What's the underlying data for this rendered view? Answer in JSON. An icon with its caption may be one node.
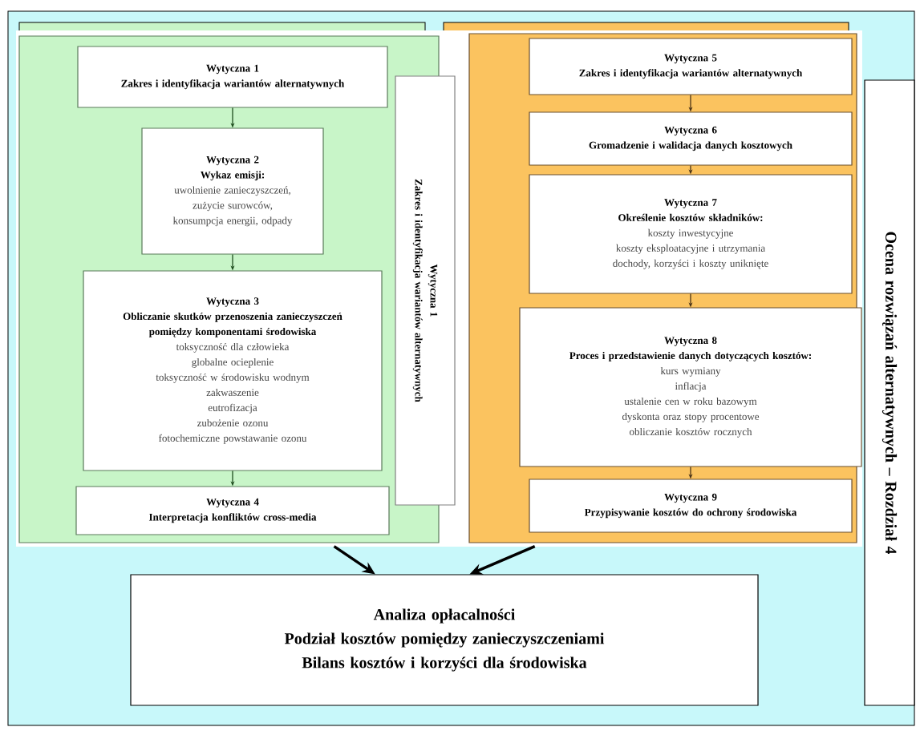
{
  "diagram": {
    "nodes": [
      {
        "text": [],
        "shape": "box"
      },
      {
        "text": [
          "Wytyczna 1",
          "Zakres i identyfikacja wariantów alternatywnych"
        ],
        "in": 0
      },
      {
        "text": [
          "Wytyczna 2",
          "Wykaz emisji:",
          "uwolnienie zanieczyszczeń,",
          "zużycie surowców,",
          "konsumpcja energii, odpady"
        ],
        "in": 0
      },
      {
        "text": [
          "Wytyczna 3",
          "Obliczanie skutków przenoszenia zanieczyszczeń pomiędzy komponentami środowiska",
          "toksyczność dla człowieka",
          "globalne ocieplenie",
          "toksyczność w środowisku wodnym",
          "zakwaszenie",
          "eutrofizacja",
          "zubożenie ozonu",
          "fotochemiczne powstawanie ozonu"
        ],
        "in": 0
      },
      {
        "text": [
          "Wytyczna 4",
          "Interpretacja konfliktów cross-media"
        ],
        "in": 0
      },
      {
        "text": [
          "Wytyczna 1",
          "Zakres i identyfikacja wariantów alternatywnych"
        ]
      },
      {
        "text": [],
        "shape": "box"
      },
      {
        "text": [
          "Wytyczna 5",
          "Zakres i identyfikacja wariantów alternatywnych"
        ],
        "in": 6
      },
      {
        "text": [
          "Wytyczna 6",
          "Gromadzenie i walidacja danych kosztowych"
        ],
        "in": 6
      },
      {
        "text": [
          "Wytyczna 7",
          "Określenie kosztów składników:",
          "koszty inwestycyjne",
          "koszty eksploatacyjne i utrzymania",
          "dochody, korzyści i koszty uniknięte"
        ],
        "in": 6
      },
      {
        "text": [
          "Wytyczna 8",
          "Proces i przedstawienie danych dotyczących kosztów:",
          "kurs wymiany",
          "inflacja",
          "ustalenie cen w roku bazowym",
          "dyskonta oraz stopy procentowe",
          "obliczanie kosztów rocznych"
        ],
        "in": 6
      },
      {
        "text": [
          "Wytyczna 9",
          "Przypisywanie kosztów do ochrony środowiska"
        ],
        "in": 6
      },
      {
        "text": [
          "Ocena rozwiązań alternatywnych – Rozdział 4"
        ]
      },
      {
        "text": [
          "Analiza opłacalności",
          "Podział kosztów pomiędzy zanieczyszczeniami",
          "Bilans kosztów i korzyści dla środowiska"
        ]
      }
    ],
    "edges": [
      {
        "from": 1,
        "to": 2,
        "arrow": "to",
        "color": "#1e4d1e"
      },
      {
        "from": 2,
        "to": 3,
        "arrow": "to",
        "color": "#1e4d1e"
      },
      {
        "from": 3,
        "to": 4,
        "arrow": "to",
        "color": "#1e4d1e"
      },
      {
        "from": 7,
        "to": 8,
        "arrow": "to",
        "color": "#4a3418"
      },
      {
        "from": 8,
        "to": 9,
        "arrow": "to",
        "color": "#4a3418"
      },
      {
        "from": 9,
        "to": 10,
        "arrow": "to",
        "color": "#4a3418"
      },
      {
        "from": 10,
        "to": 11,
        "arrow": "to",
        "color": "#4a3418"
      },
      {
        "from": 0,
        "to": 13,
        "arrow": "to",
        "style": "thick"
      },
      {
        "from": 6,
        "to": 13,
        "arrow": "to",
        "style": "thick"
      }
    ]
  }
}
